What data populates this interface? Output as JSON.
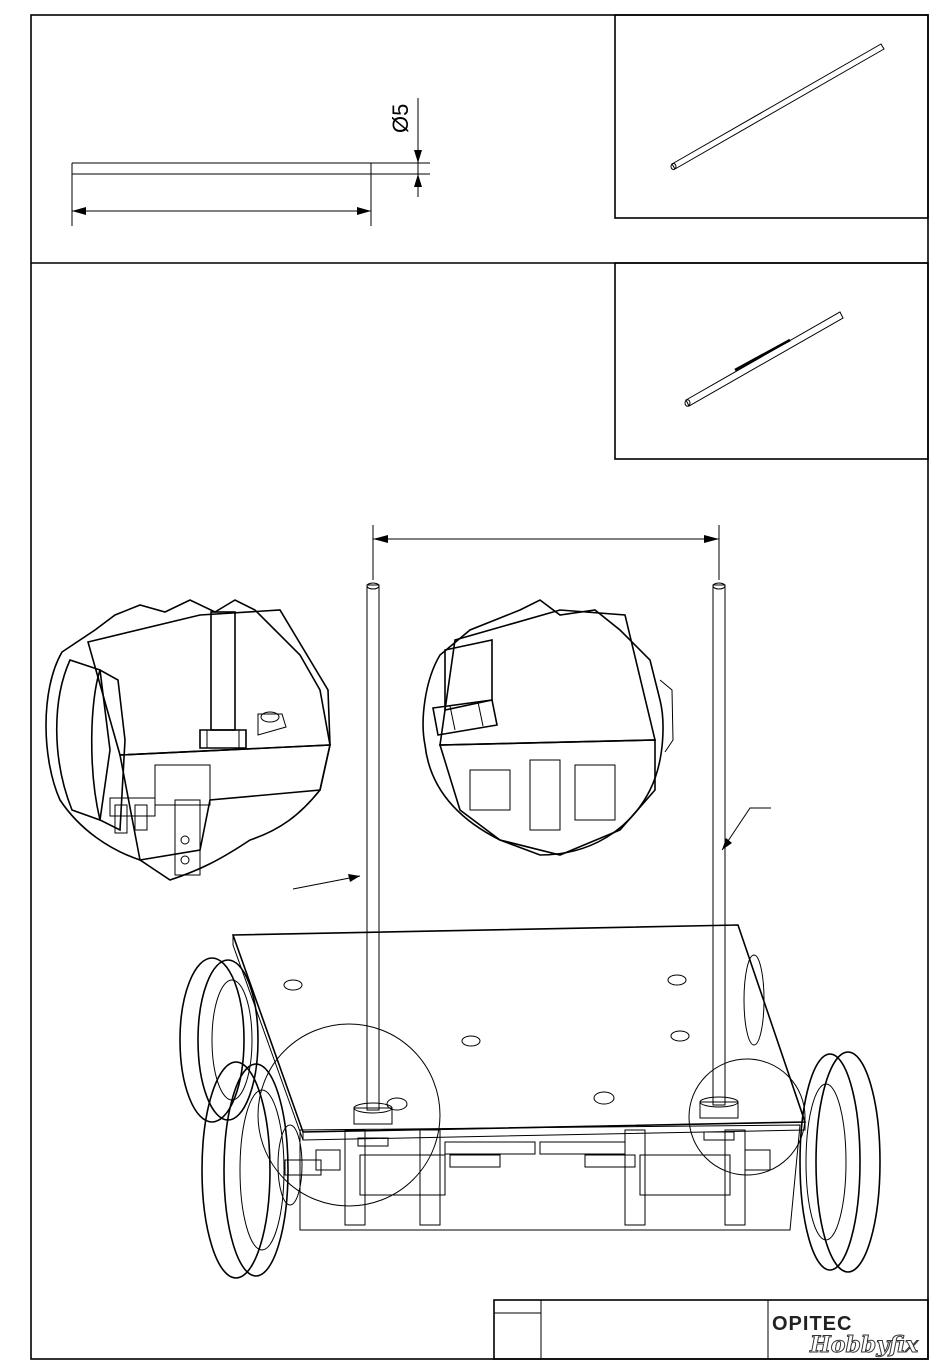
{
  "drawing": {
    "dimension_diameter": "Ø5"
  },
  "title_block": {
    "brand": "OPITEC",
    "product_line": "Hobbyfix"
  }
}
